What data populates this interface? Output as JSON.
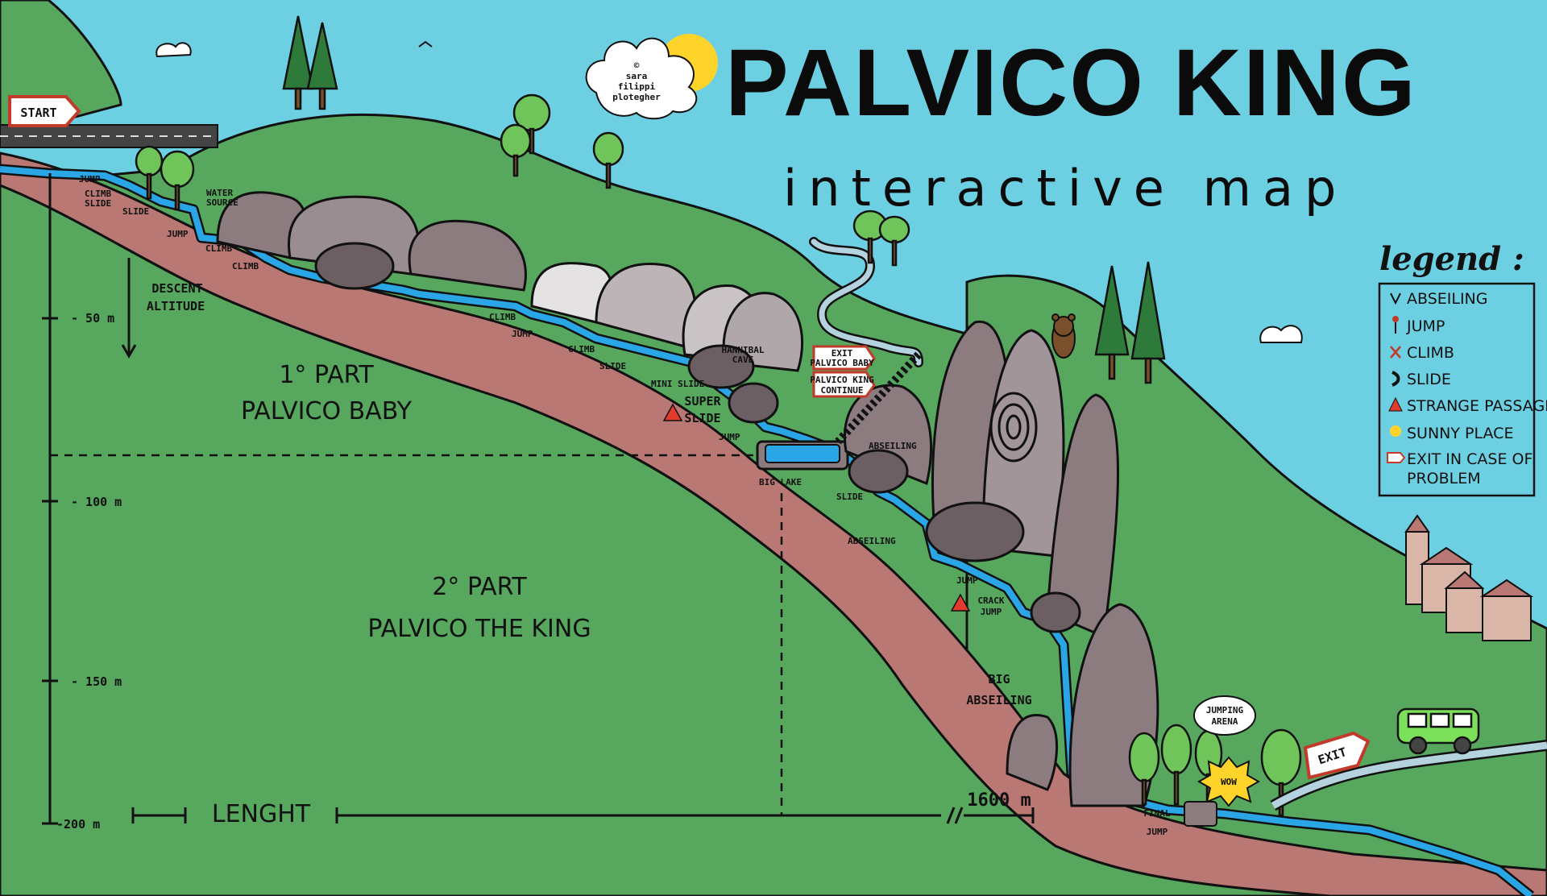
{
  "title": "PALVICO KING",
  "subtitle": "interactive map",
  "credit": [
    "©",
    "sara",
    "filippi",
    "plotegher"
  ],
  "start_sign": "START",
  "exit_sign": "EXIT",
  "exit_signs": {
    "exit_palvico_baby": [
      "EXIT",
      "PALVICO BABY"
    ],
    "palvico_king_continue": [
      "PALVICO KING",
      "CONTINUE"
    ]
  },
  "jumping_arena": [
    "JUMPING",
    "ARENA"
  ],
  "wow": "WOW",
  "parts": {
    "part1_title": "1° PART",
    "part1_name": "PALVICO BABY",
    "part2_title": "2° PART",
    "part2_name": "PALVICO THE KING"
  },
  "axis": {
    "descent_label": [
      "DESCENT",
      "ALTITUDE"
    ],
    "ticks": [
      "- 50 m",
      "- 100 m",
      "- 150 m",
      "-200 m"
    ],
    "length_label": "LENGHT",
    "length_value": "1600 m"
  },
  "route_labels": {
    "jump_1": "JUMP",
    "climb_slide": [
      "CLIMB",
      "SLIDE"
    ],
    "slide_1": "SLIDE",
    "water_source": [
      "WATER",
      "SOURCE"
    ],
    "jump_2": "JUMP",
    "climb_1": "CLIMB",
    "climb_2": "CLIMB",
    "climb_3": "CLIMB",
    "jump_3": "JUMP",
    "climb_4": "CLIMB",
    "slide_2": "SLIDE",
    "mini_slide": "MINI SLIDE",
    "hannibal_cave": [
      "HANNIBAL",
      "CAVE"
    ],
    "super_slide": [
      "SUPER",
      "SLIDE"
    ],
    "jump_4": "JUMP",
    "big_lake": "BIG LAKE",
    "abseiling_1": "ABSEILING",
    "slide_3": "SLIDE",
    "abseiling_2": "ABSEILING",
    "jump_5": "JUMP",
    "crack_jump": [
      "CRACK",
      "JUMP"
    ],
    "big_abseiling": [
      "BIG",
      "ABSEILING"
    ],
    "final_jump": [
      "FINAL",
      "JUMP"
    ]
  },
  "legend": {
    "heading": "legend :",
    "items": [
      {
        "icon": "abseiling-icon",
        "label": "ABSEILING"
      },
      {
        "icon": "jump-icon",
        "label": "JUMP"
      },
      {
        "icon": "climb-icon",
        "label": "CLIMB"
      },
      {
        "icon": "slide-icon",
        "label": "SLIDE"
      },
      {
        "icon": "strange-passage-icon",
        "label": "STRANGE PASSAGE"
      },
      {
        "icon": "sunny-place-icon",
        "label": "SUNNY PLACE"
      },
      {
        "icon": "exit-icon",
        "label": "EXIT IN CASE OF",
        "label2": "PROBLEM"
      }
    ]
  },
  "colors": {
    "sky": "#6dd0e2",
    "grass": "#57a75f",
    "earth": "#b97873",
    "river": "#2aa6e6",
    "rock": "#8c7c80",
    "warning": "#e23b2e",
    "car": "#7de05a"
  }
}
